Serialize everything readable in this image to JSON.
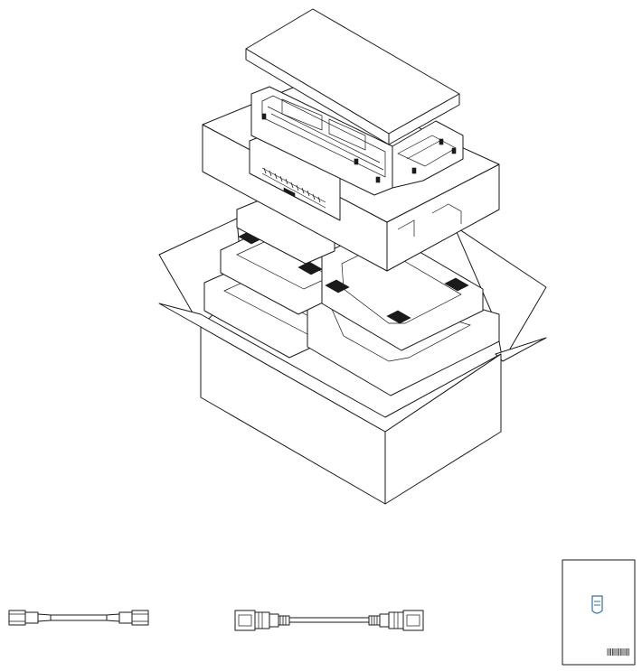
{
  "figure": {
    "type": "packing-contents-exploded-view",
    "items": [
      {
        "id": "top-cushion",
        "icon": "foam-tray-icon"
      },
      {
        "id": "mounting-bracket",
        "icon": "bracket-frame-icon"
      },
      {
        "id": "side-cushions",
        "icon": "foam-block-icon"
      },
      {
        "id": "carton-box",
        "icon": "carton-box-icon"
      },
      {
        "id": "lan-cable",
        "icon": "rj45-cable-icon"
      },
      {
        "id": "power-cord",
        "icon": "ac-power-cord-icon"
      },
      {
        "id": "quick-start-guide",
        "icon": "booklet-icon"
      }
    ],
    "colors": {
      "line": "#1a1a1a",
      "fill": "#ffffff",
      "brand": "#2f6fb3"
    }
  }
}
